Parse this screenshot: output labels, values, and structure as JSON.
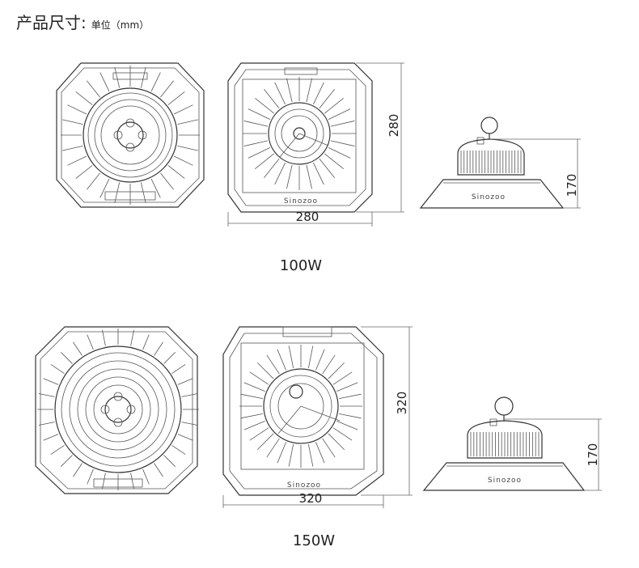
{
  "header": {
    "title": "产品尺寸:",
    "unit": "单位（mm）"
  },
  "products": [
    {
      "caption": "100W",
      "width_dim": "280",
      "height_dim": "280",
      "side_height_dim": "170",
      "brand": "Sinozoo"
    },
    {
      "caption": "150W",
      "width_dim": "320",
      "height_dim": "320",
      "side_height_dim": "170",
      "brand": "Sinozoo"
    }
  ]
}
